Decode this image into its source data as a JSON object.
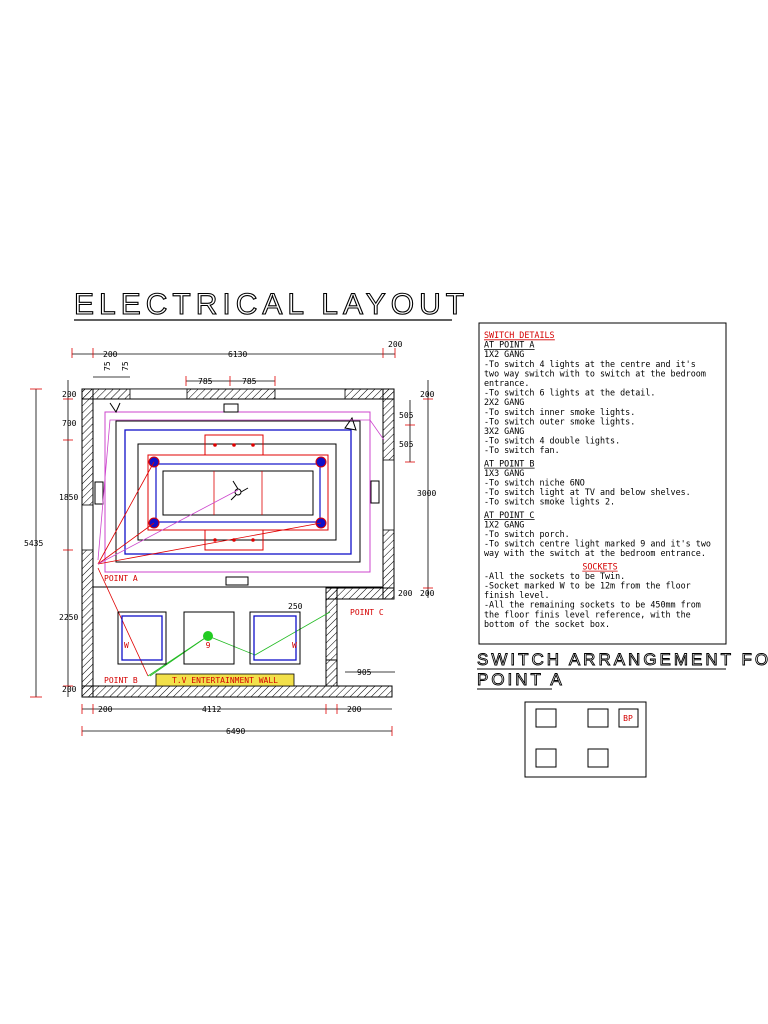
{
  "title": "ELECTRICAL LAYOUT",
  "dimensions": {
    "top_left": "200",
    "top_main": "6130",
    "top_right": "200",
    "small_a": "75",
    "small_b": "75",
    "top_785_a": "785",
    "top_785_b": "785",
    "left_top": "200",
    "left_700": "700",
    "left_1850": "1850",
    "left_2250": "2250",
    "left_bottom": "200",
    "left_overall": "5435",
    "right_top": "200",
    "right_505_a": "505",
    "right_505_b": "505",
    "right_3000": "3000",
    "right_200_a": "200",
    "right_200_b": "200",
    "door_250": "250",
    "door_905": "905",
    "bottom_left": "200",
    "bottom_main": "4112",
    "bottom_right": "200",
    "bottom_overall": "6490"
  },
  "plan_labels": {
    "point_a": "POINT A",
    "point_b": "POINT B",
    "point_c": "POINT C",
    "tv_wall": "T.V ENTERTAINMENT WALL"
  },
  "switch_details": {
    "heading": "SWITCH DETAILS",
    "point_a": {
      "label": "AT POINT A",
      "lines": [
        "1X2 GANG",
        "-To switch 4 lights at the centre and it's",
        "two way switch with to switch at the bedroom",
        "entrance.",
        "-To switch 6 lights at the detail.",
        "2X2 GANG",
        "-To switch inner smoke lights.",
        "-To switch outer smoke lights.",
        "3X2 GANG",
        "-To switch 4 double lights.",
        "-To switch fan."
      ]
    },
    "point_b": {
      "label": "AT POINT B",
      "lines": [
        "1X3 GANG",
        "-To switch niche 6NO",
        "-To switch light at TV and below shelves.",
        "-To switch smoke lights 2."
      ]
    },
    "point_c": {
      "label": "AT POINT C",
      "lines": [
        "1X2 GANG",
        "-To switch porch.",
        "-To switch centre light marked 9 and it's two",
        "way with the switch at the bedroom entrance."
      ]
    },
    "sockets": {
      "heading": "SOCKETS",
      "lines": [
        "-All the sockets to be Twin.",
        "-Socket marked W to be 12m from the floor",
        "finish level.",
        "-All the remaining sockets to be 450mm from",
        "the floor finis level reference, with the",
        "bottom of the socket box."
      ]
    }
  },
  "arrangement": {
    "title_line1": "SWITCH ARRANGEMENT FOR",
    "title_line2": "POINT A",
    "extra_label": "BP"
  },
  "colors": {
    "wall_outline": "#000000",
    "red_lines": "#e00000",
    "blue_lines": "#1010c8",
    "magenta_lines": "#cc44cc",
    "green_lines": "#22bb22",
    "tv_wall_fill": "#f2e04a"
  }
}
